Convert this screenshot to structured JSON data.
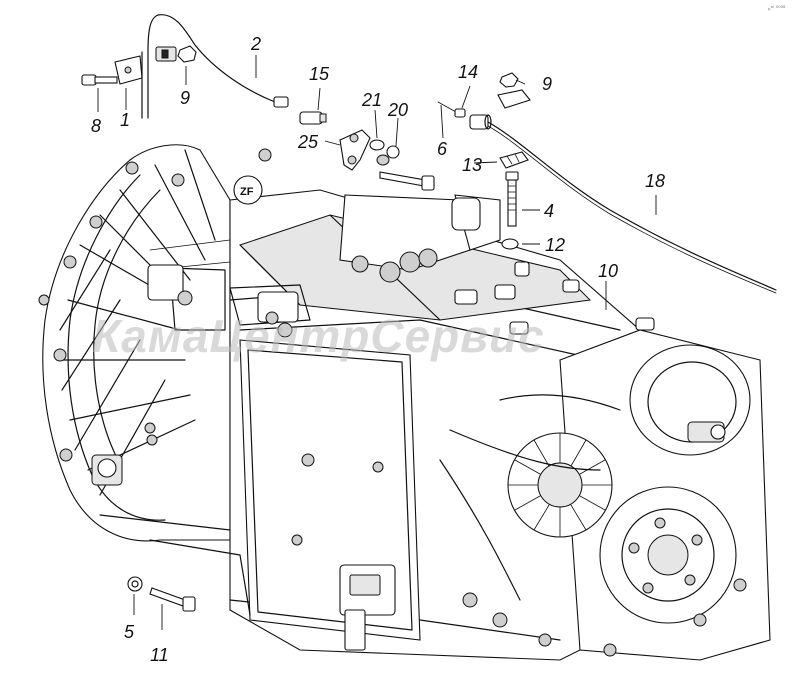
{
  "drawing": {
    "corner_note": "ₚᵃˡ ⁰⁰⁰⁸",
    "watermark": "КамаЦентрСервис",
    "badge_text": "ZF"
  },
  "callouts": [
    {
      "id": "c1",
      "text": "1"
    },
    {
      "id": "c2",
      "text": "2"
    },
    {
      "id": "c4",
      "text": "4"
    },
    {
      "id": "c5",
      "text": "5"
    },
    {
      "id": "c6",
      "text": "6"
    },
    {
      "id": "c8",
      "text": "8"
    },
    {
      "id": "c9a",
      "text": "9"
    },
    {
      "id": "c9b",
      "text": "9"
    },
    {
      "id": "c10",
      "text": "10"
    },
    {
      "id": "c11",
      "text": "11"
    },
    {
      "id": "c12",
      "text": "12"
    },
    {
      "id": "c13",
      "text": "13"
    },
    {
      "id": "c14",
      "text": "14"
    },
    {
      "id": "c15",
      "text": "15"
    },
    {
      "id": "c18",
      "text": "18"
    },
    {
      "id": "c20",
      "text": "20"
    },
    {
      "id": "c21",
      "text": "21"
    },
    {
      "id": "c25",
      "text": "25"
    }
  ]
}
